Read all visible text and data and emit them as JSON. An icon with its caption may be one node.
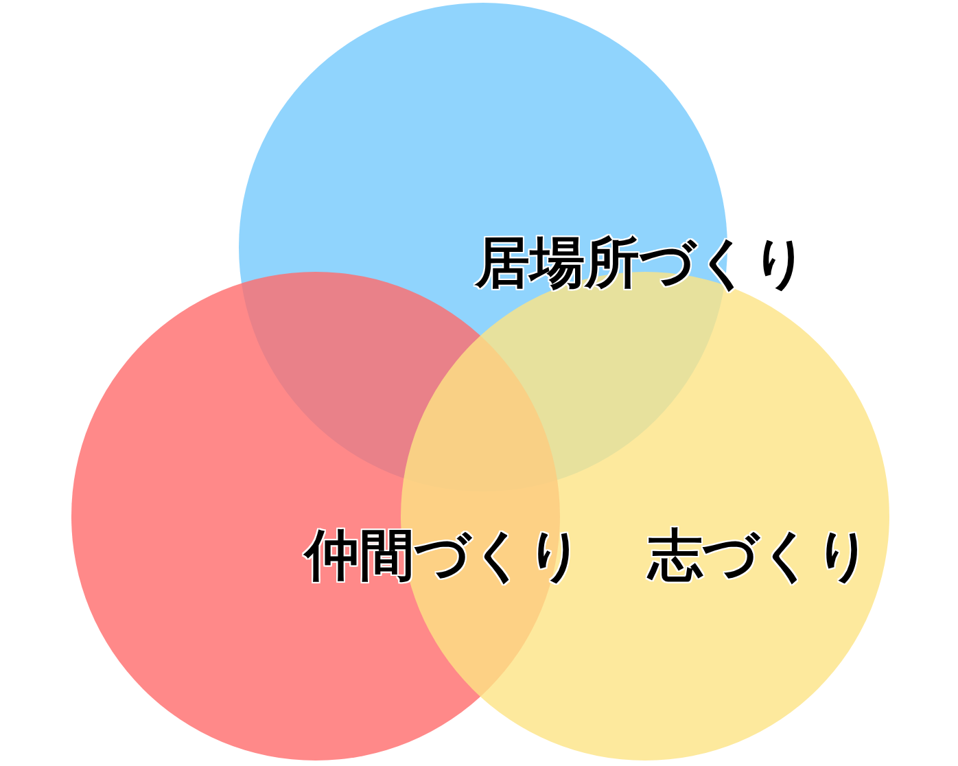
{
  "diagram": {
    "nodes": [
      {
        "text": [
          "居場所づくり"
        ]
      },
      {
        "text": [
          "仲間づくり"
        ]
      },
      {
        "text": [
          "志づくり"
        ]
      }
    ]
  }
}
